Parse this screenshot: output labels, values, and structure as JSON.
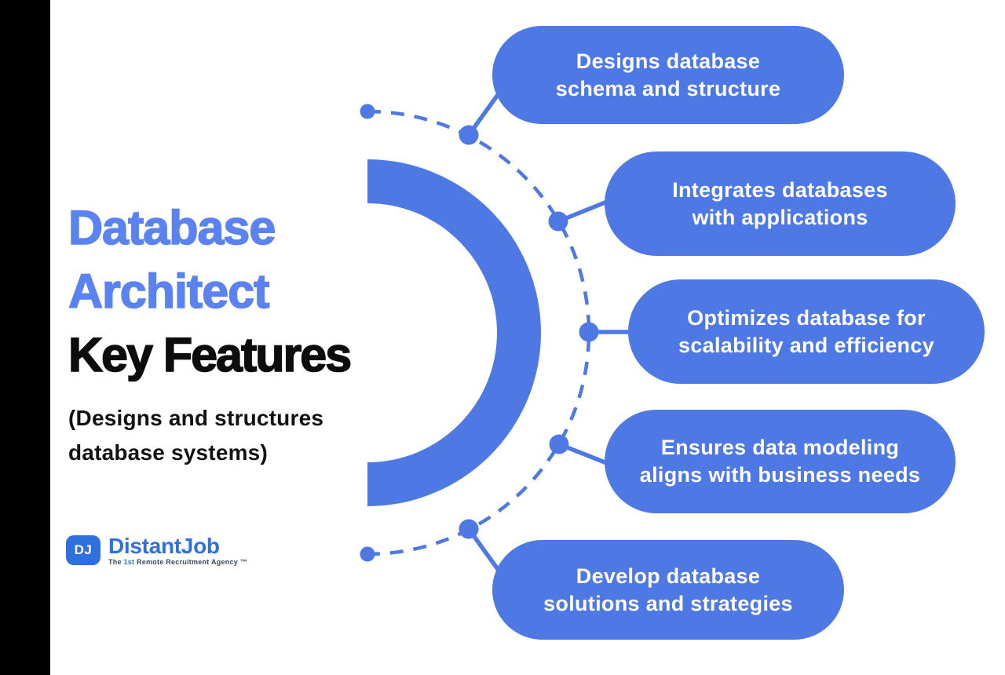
{
  "colors": {
    "accent": "#4e78e3",
    "title_blue": "#5a83f1",
    "ink": "#0d0d0d",
    "logo_blue": "#2e70dc",
    "tagline_ink": "#3c4a5a",
    "pill_text": "#ffffff",
    "bar": "#000000",
    "background": "#ffffff"
  },
  "title": {
    "line1": "Database",
    "line2": "Architect",
    "line3": "Key Features",
    "subtitle_line1": "(Designs and structures",
    "subtitle_line2": "database systems)"
  },
  "features": [
    {
      "line1": "Designs database",
      "line2": "schema and structure"
    },
    {
      "line1": "Integrates databases",
      "line2": "with applications"
    },
    {
      "line1": "Optimizes database for",
      "line2": "scalability and efficiency"
    },
    {
      "line1": "Ensures data modeling",
      "line2": "aligns with business needs"
    },
    {
      "line1": "Develop database",
      "line2": "solutions and strategies"
    }
  ],
  "logo": {
    "monogram": "DJ",
    "name": "DistantJob",
    "tagline_prefix": "The ",
    "tagline_highlight": "1st",
    "tagline_suffix": " Remote Recruitment Agency ™"
  }
}
